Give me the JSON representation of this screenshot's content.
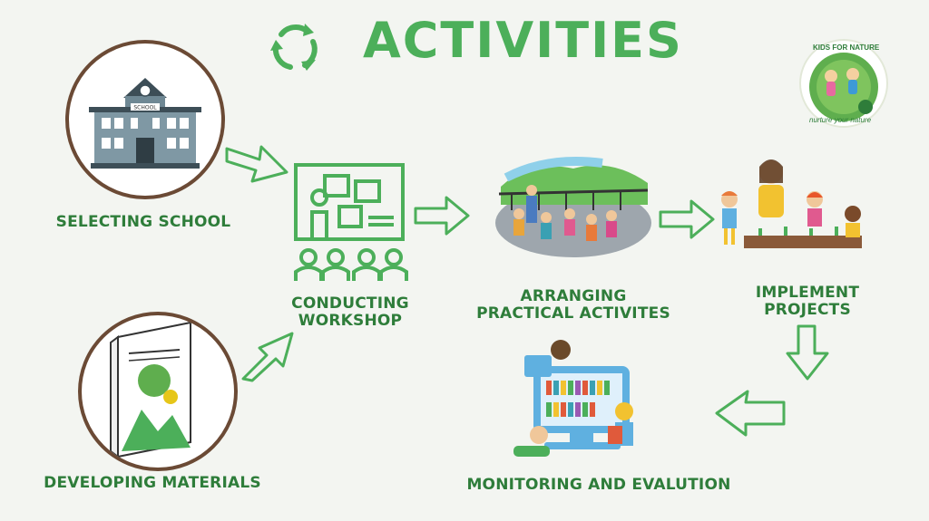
{
  "title": "ACTIVITIES",
  "logo": {
    "top_text": "KIDS FOR NATURE",
    "tagline": "nurture your nature"
  },
  "steps": {
    "selecting_school": "SELECTING SCHOOL",
    "developing_materials": "DEVELOPING MATERIALS",
    "conducting_workshop_line1": "CONDUCTING",
    "conducting_workshop_line2": "WORKSHOP",
    "arranging_line1": "ARRANGING",
    "arranging_line2": "PRACTICAL ACTIVITES",
    "implement_line1": "IMPLEMENT",
    "implement_line2": "PROJECTS",
    "monitoring": "MONITORING AND EVALUTION"
  },
  "school_sign": "SCHOOL",
  "colors": {
    "accent": "#4caf5a",
    "label": "#2e7d3a",
    "background": "#f3f5f1",
    "circle_border": "#6b4a35"
  }
}
